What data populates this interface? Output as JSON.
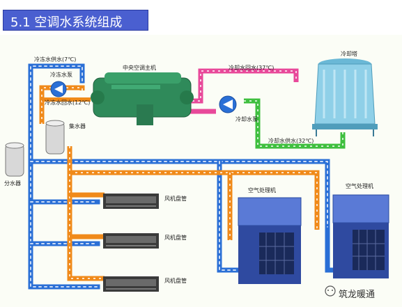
{
  "title": "5.1 空调水系统组成",
  "labels": {
    "chilled_supply": "冷冻水供水(7℃)",
    "chilled_pump": "冷冻水泵",
    "chilled_return": "冷冻水回水(12℃)",
    "chiller": "中央空调主机",
    "cooling_return": "冷却水回水(37℃)",
    "cooling_tower": "冷却塔",
    "cooling_pump": "冷却水泵",
    "cooling_supply": "冷却水供水(32℃)",
    "collector": "集水器",
    "distributor": "分水器",
    "fcu1": "风机盘管",
    "fcu2": "风机盘管",
    "fcu3": "风机盘管",
    "ahu1": "空气处理机",
    "ahu2": "空气处理机"
  },
  "watermark": "筑龙暖通",
  "colors": {
    "title_bg": "#4a5fd0",
    "chilled_supply_pipe": "#2a6fd6",
    "chilled_return_pipe": "#f08a1a",
    "cooling_pipe_hot": "#e8499a",
    "cooling_pipe_cold": "#3fbf3f",
    "chiller": "#2f8a5a",
    "tower": "#8fd0e8"
  }
}
